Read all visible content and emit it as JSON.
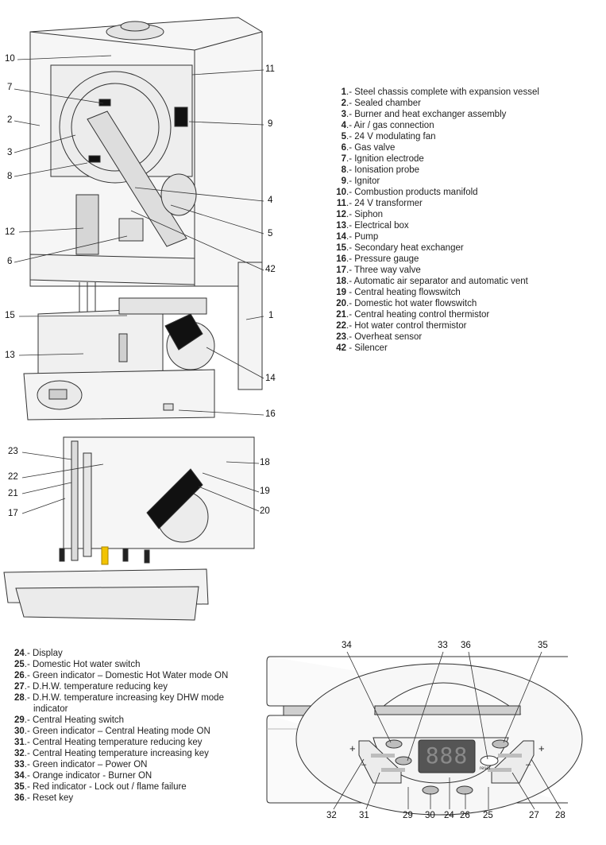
{
  "legend_top": [
    {
      "num": "1",
      "sep": ".-",
      "text": "Steel chassis complete with expansion vessel"
    },
    {
      "num": "2",
      "sep": ".-",
      "text": "Sealed chamber"
    },
    {
      "num": "3",
      "sep": ".-",
      "text": "Burner and  heat exchanger assembly"
    },
    {
      "num": "4",
      "sep": ".-",
      "text": "Air / gas connection"
    },
    {
      "num": "5",
      "sep": ".-",
      "text": "24 V modulating fan"
    },
    {
      "num": "6",
      "sep": ".-",
      "text": "Gas valve"
    },
    {
      "num": "7",
      "sep": ".-",
      "text": "Ignition electrode"
    },
    {
      "num": "8",
      "sep": ".-",
      "text": "Ionisation probe"
    },
    {
      "num": "9",
      "sep": ".-",
      "text": "Ignitor"
    },
    {
      "num": "10",
      "sep": ".-",
      "text": "Combustion products manifold"
    },
    {
      "num": "11",
      "sep": ".-",
      "text": "24 V transformer"
    },
    {
      "num": "12",
      "sep": ".-",
      "text": "Siphon"
    },
    {
      "num": "13",
      "sep": ".-",
      "text": "Electrical box"
    },
    {
      "num": "14",
      "sep": ".-",
      "text": "Pump"
    },
    {
      "num": "15",
      "sep": ".-",
      "text": "Secondary heat exchanger"
    },
    {
      "num": "16",
      "sep": ".-",
      "text": "Pressure gauge"
    },
    {
      "num": "17",
      "sep": ".-",
      "text": "Three way valve"
    },
    {
      "num": "18",
      "sep": ".-",
      "text": "Automatic air separator and automatic vent"
    },
    {
      "num": "19",
      "sep": " -",
      "text": "Central heating flowswitch"
    },
    {
      "num": "20",
      "sep": ".-",
      "text": "Domestic hot water flowswitch"
    },
    {
      "num": "21",
      "sep": ".-",
      "text": "Central heating control thermistor"
    },
    {
      "num": "22",
      "sep": ".-",
      "text": "Hot water control thermistor"
    },
    {
      "num": "23",
      "sep": ".-",
      "text": "Overheat sensor"
    },
    {
      "num": "42",
      "sep": " -",
      "text": "Silencer"
    }
  ],
  "legend_bottom": [
    {
      "num": "24",
      "sep": ".-",
      "text": "Display"
    },
    {
      "num": "25",
      "sep": ".-",
      "text": "Domestic Hot water switch"
    },
    {
      "num": "26",
      "sep": ".-",
      "text": "Green indicator – Domestic Hot Water mode ON"
    },
    {
      "num": "27",
      "sep": ".-",
      "text": "D.H.W. temperature reducing key"
    },
    {
      "num": "28",
      "sep": ".-",
      "text": "D.H.W. temperature increasing key DHW mode",
      "cont": "indicator"
    },
    {
      "num": "29",
      "sep": ".-",
      "text": "Central Heating switch"
    },
    {
      "num": "30",
      "sep": ".-",
      "text": "Green indicator – Central Heating mode ON"
    },
    {
      "num": "31",
      "sep": ".-",
      "text": "Central Heating temperature reducing key"
    },
    {
      "num": "32",
      "sep": ".-",
      "text": "Central Heating temperature increasing key"
    },
    {
      "num": "33",
      "sep": ".-",
      "text": "Green indicator – Power ON"
    },
    {
      "num": "34",
      "sep": ".-",
      "text": "Orange indicator - Burner ON"
    },
    {
      "num": "35",
      "sep": ".-",
      "text": "Red indicator - Lock out / flame failure"
    },
    {
      "num": "36",
      "sep": ".-",
      "text": "Reset key"
    }
  ],
  "callouts_main": [
    "10",
    "7",
    "2",
    "3",
    "8",
    "12",
    "6",
    "11",
    "9",
    "4",
    "5",
    "42",
    "15",
    "13",
    "1",
    "14",
    "16"
  ],
  "callouts_detail": [
    "23",
    "22",
    "21",
    "17",
    "18",
    "19",
    "20"
  ],
  "callouts_panel": [
    "34",
    "33",
    "36",
    "35",
    "32",
    "31",
    "29",
    "30",
    "24",
    "26",
    "25",
    "27",
    "28"
  ],
  "panel": {
    "display_text": "888",
    "reset_label": "reset",
    "plus": "+",
    "minus": "–",
    "colors": {
      "display_bg": "#555555",
      "display_digits": "#8a8a8a",
      "key_fill": "#bdbdbd"
    }
  }
}
